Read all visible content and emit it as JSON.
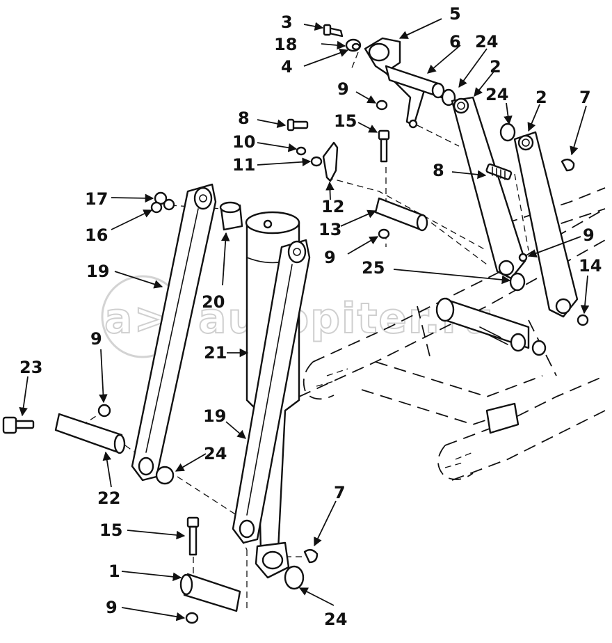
{
  "watermark": {
    "text": "autopiter.ru",
    "logo_text": "a>"
  },
  "callouts": {
    "c3": "3",
    "c5": "5",
    "c18": "18",
    "c6": "6",
    "c24a": "24",
    "c4": "4",
    "c2a": "2",
    "c9a": "9",
    "c24b": "24",
    "c2b": "2",
    "c7a": "7",
    "c8a": "8",
    "c15a": "15",
    "c10": "10",
    "c11": "11",
    "c8b": "8",
    "c17": "17",
    "c12": "12",
    "c16": "16",
    "c13": "13",
    "c9b": "9",
    "c9c": "9",
    "c19a": "19",
    "c25": "25",
    "c14": "14",
    "c20": "20",
    "c21": "21",
    "c9d": "9",
    "c23": "23",
    "c19b": "19",
    "c24c": "24",
    "c22": "22",
    "c7b": "7",
    "c15b": "15",
    "c1": "1",
    "c9e": "9",
    "c24d": "24"
  }
}
